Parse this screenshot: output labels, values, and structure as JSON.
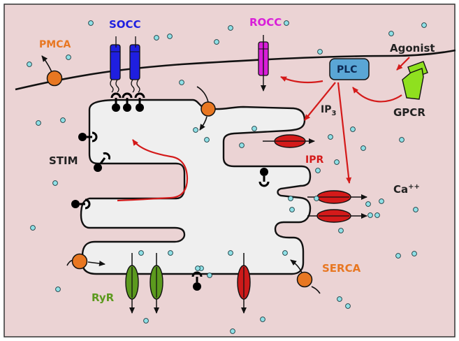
{
  "labels": {
    "pmca": "PMCA",
    "socc": "SOCC",
    "rocc": "ROCC",
    "agonist": "Agonist",
    "plc": "PLC",
    "gpcr": "GPCR",
    "ip3_base": "IP",
    "ip3_sub": "3",
    "stim": "STIM",
    "ipr": "IPR",
    "ca_base": "Ca",
    "ca_sup": "++",
    "serca": "SERCA",
    "ryr": "RyR"
  },
  "colors": {
    "background": "#ebd3d4",
    "er_fill": "#efefef",
    "pmca": "#e87722",
    "socc": "#1f1fe0",
    "rocc": "#d91ed9",
    "plc": "#5aa6d6",
    "gpcr": "#8fe01f",
    "arrow": "#d41a1a",
    "ipr": "#d41a1a",
    "ryr_green": "#5c9a1e",
    "ryr_red": "#cc1a1a",
    "calcium": "#8fe0e6",
    "stim": "#000000"
  }
}
